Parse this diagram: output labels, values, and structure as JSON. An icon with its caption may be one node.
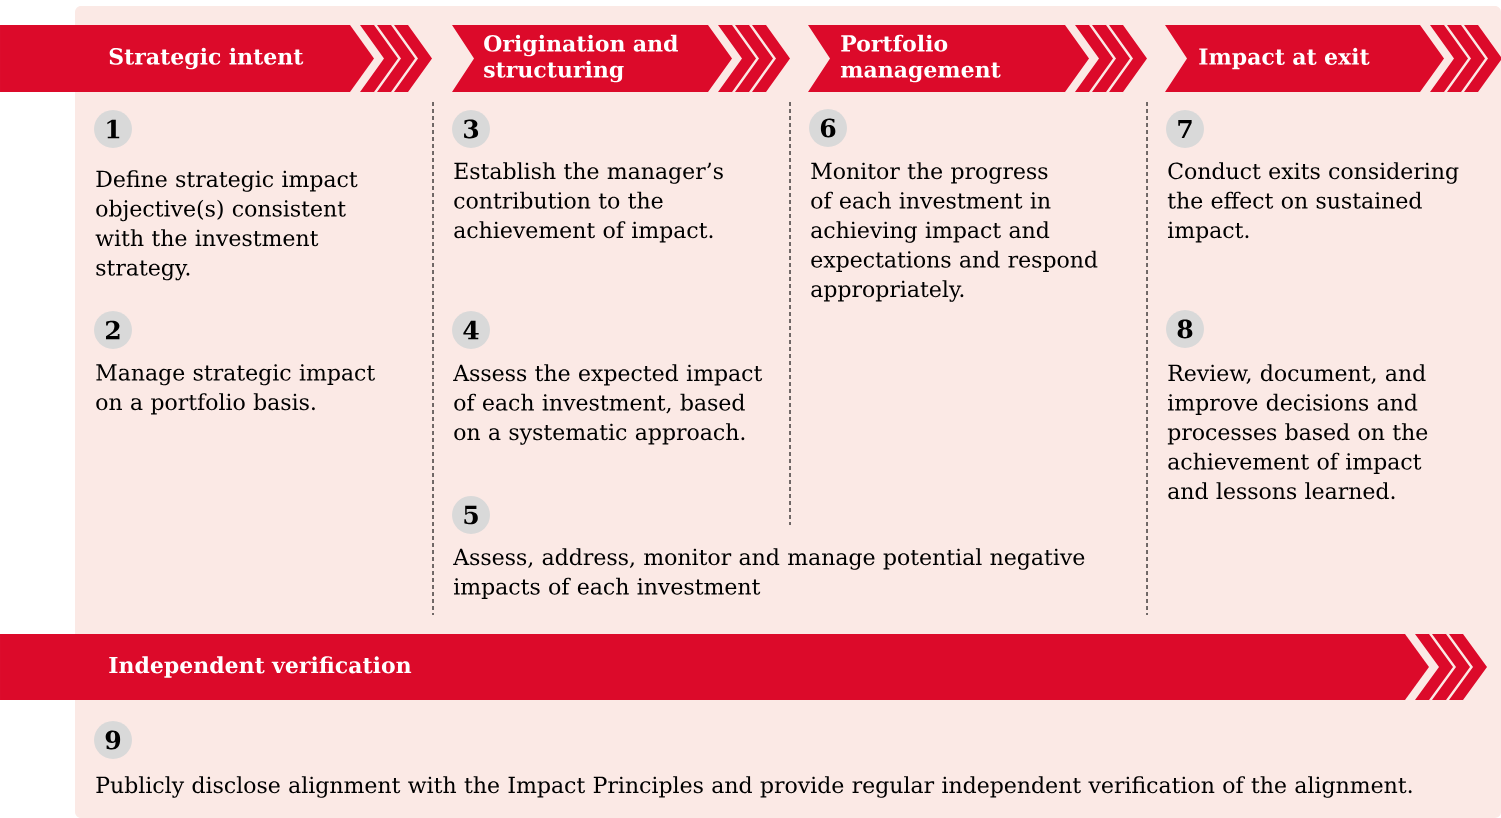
{
  "diagram": {
    "nodes": [
      {
        "text": [
          "Strategic intent"
        ]
      },
      {
        "text": [
          "Origination and structuring"
        ]
      },
      {
        "text": [
          "Portfolio management"
        ]
      },
      {
        "text": [
          "Impact at exit"
        ]
      },
      {
        "text": [
          "1"
        ],
        "beside": [
          "Define strategic impact objective(s) consistent with the investment strategy."
        ]
      },
      {
        "text": [
          "2"
        ],
        "beside": [
          "Manage strategic impact on a portfolio basis."
        ]
      },
      {
        "text": [
          "3"
        ],
        "beside": [
          "Establish the manager’s contribution to the achievement of impact."
        ]
      },
      {
        "text": [
          "4"
        ],
        "beside": [
          "Assess the expected impact of each investment, based on a systematic approach."
        ]
      },
      {
        "text": [
          "5"
        ],
        "beside": [
          "Assess, address, monitor and manage potential negative impacts of each investment"
        ]
      },
      {
        "text": [
          "6"
        ],
        "beside": [
          "Monitor the progress of each investment in achieving impact and expectations and respond appropriately."
        ]
      },
      {
        "text": [
          "7"
        ],
        "beside": [
          "Conduct exits considering the effect on sustained impact."
        ]
      },
      {
        "text": [
          "8"
        ],
        "beside": [
          "Review, document, and improve decisions and processes based on the achievement of impact and lessons learned."
        ]
      },
      {
        "text": [
          "Independent verification"
        ]
      },
      {
        "text": [
          "9"
        ],
        "beside": [
          "Publicly disclose alignment with the Impact Principles and provide regular independent verification of the alignment."
        ]
      }
    ]
  }
}
